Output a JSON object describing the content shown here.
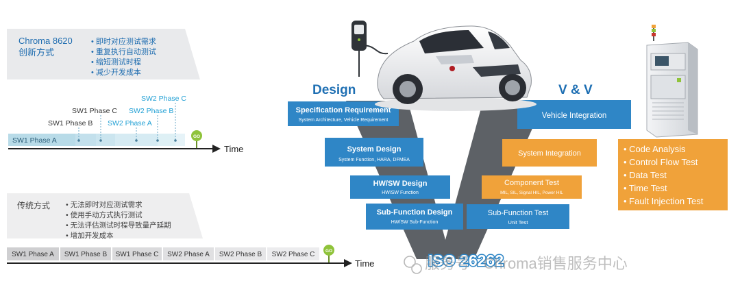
{
  "chroma_panel": {
    "title_line1": "Chroma 8620",
    "title_line2": "创新方式",
    "bullets": [
      "• 即时对应测试需求",
      "• 重复执行自动测试",
      "• 缩短测试时程",
      "• 减少开发成本"
    ]
  },
  "traditional_panel": {
    "title": "传统方式",
    "bullets": [
      "• 无法即时对应测试需求",
      "• 使用手动方式执行测试",
      "• 无法评估测试时程导致量产延期",
      "• 增加开发成本"
    ]
  },
  "timeline_top": {
    "phases": [
      "SW1 Phase A",
      "SW1 Phase B",
      "SW1 Phase C",
      "SW2 Phase A",
      "SW2 Phase B",
      "SW2 Phase C"
    ],
    "axis_label": "Time",
    "go_label": "GO"
  },
  "timeline_bottom": {
    "phases": [
      "SW1 Phase A",
      "SW1 Phase B",
      "SW1 Phase C",
      "SW2 Phase A",
      "SW2 Phase B",
      "SW2 Phase C"
    ],
    "axis_label": "Time",
    "go_label": "GO"
  },
  "v_model": {
    "design_heading": "Design",
    "vv_heading": "V & V",
    "left_boxes": [
      {
        "title": "Specification Requirement",
        "sub": "System Architecture, Vehicle Requirement"
      },
      {
        "title": "System Design",
        "sub": "System Function, HARA, DFMEA"
      },
      {
        "title": "HW/SW Design",
        "sub": "HW/SW Function"
      },
      {
        "title": "Sub-Function Design",
        "sub": "HW/SW Sub-Function"
      }
    ],
    "right_boxes": [
      {
        "title": "Vehicle Integration",
        "sub": ""
      },
      {
        "title": "System Integration",
        "sub": ""
      },
      {
        "title": "Component Test",
        "sub": "MIL, SIL, Signal HIL, Power HIL"
      },
      {
        "title": "Sub-Function Test",
        "sub": "Unit Test"
      }
    ],
    "standard": "ISO 26262"
  },
  "test_list": [
    "• Code Analysis",
    "• Control Flow Test",
    "• Data Test",
    "• Time Test",
    "• Fault Injection Test"
  ],
  "watermark": "服务号 · Chroma销售服务中心",
  "colors": {
    "blue": "#2f86c6",
    "orange": "#f0a23a",
    "green": "#8fc33a",
    "teal_text": "#1f9fd4",
    "heading": "#1e6fb3"
  }
}
